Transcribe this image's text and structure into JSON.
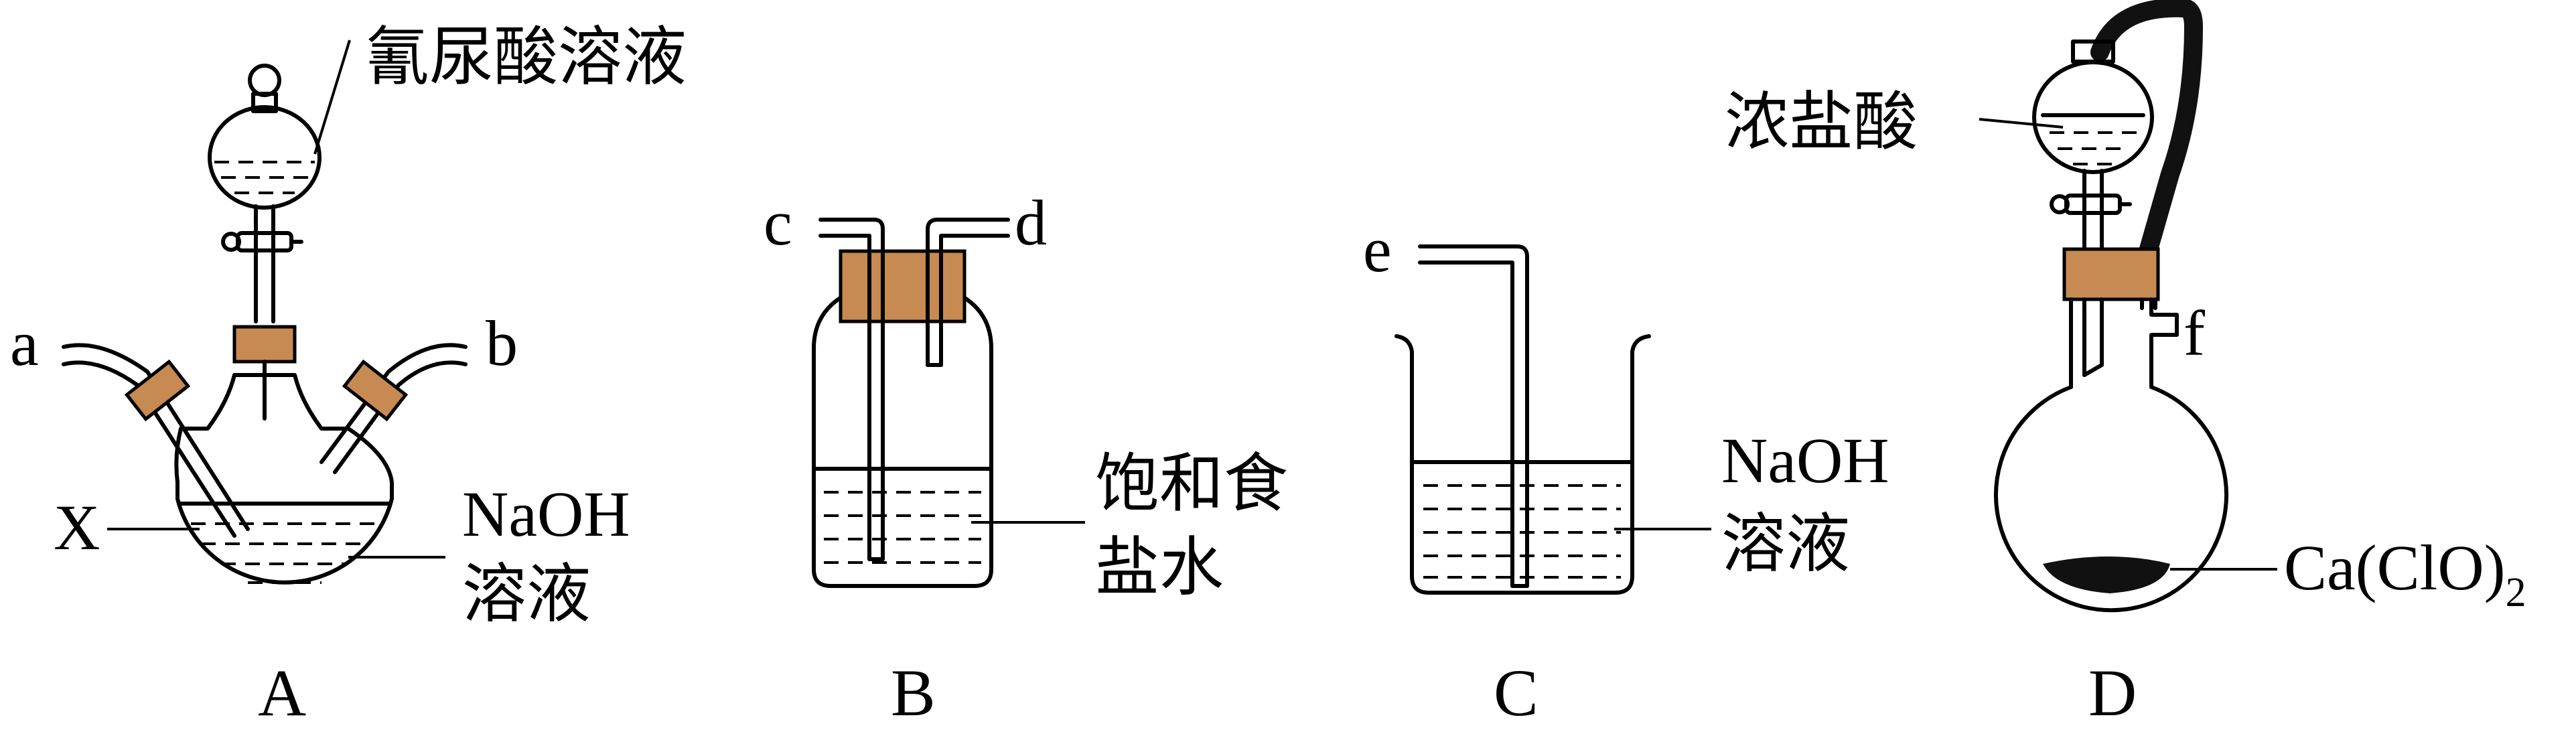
{
  "apparatus": {
    "A": {
      "caption": "A",
      "funnel_label": "氰尿酸溶液",
      "port_a": "a",
      "port_b": "b",
      "tube_label": "X",
      "liquid_label_line1": "NaOH",
      "liquid_label_line2": "溶液"
    },
    "B": {
      "caption": "B",
      "port_c": "c",
      "port_d": "d",
      "liquid_label_line1": "饱和食",
      "liquid_label_line2": "盐水"
    },
    "C": {
      "caption": "C",
      "port_e": "e",
      "liquid_label_line1": "NaOH",
      "liquid_label_line2": "溶液"
    },
    "D": {
      "caption": "D",
      "funnel_label": "浓盐酸",
      "port_f": "f",
      "solid_label": "Ca(ClO)",
      "solid_label_sub": "2"
    }
  },
  "colors": {
    "stopper": "#c68a52",
    "line": "#000000",
    "background": "#ffffff"
  }
}
